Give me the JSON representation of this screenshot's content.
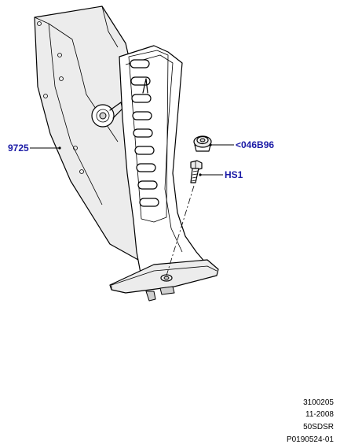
{
  "callouts": {
    "housing": "9725",
    "clip": "<046B96",
    "bolt": "HS1"
  },
  "reference": {
    "line1": "3100205",
    "line2": "11-2008",
    "line3": "50SDSR",
    "line4": "P0190524-01"
  },
  "colors": {
    "callout_text": "#1a1aa6",
    "line": "#000000",
    "background": "#ffffff"
  }
}
